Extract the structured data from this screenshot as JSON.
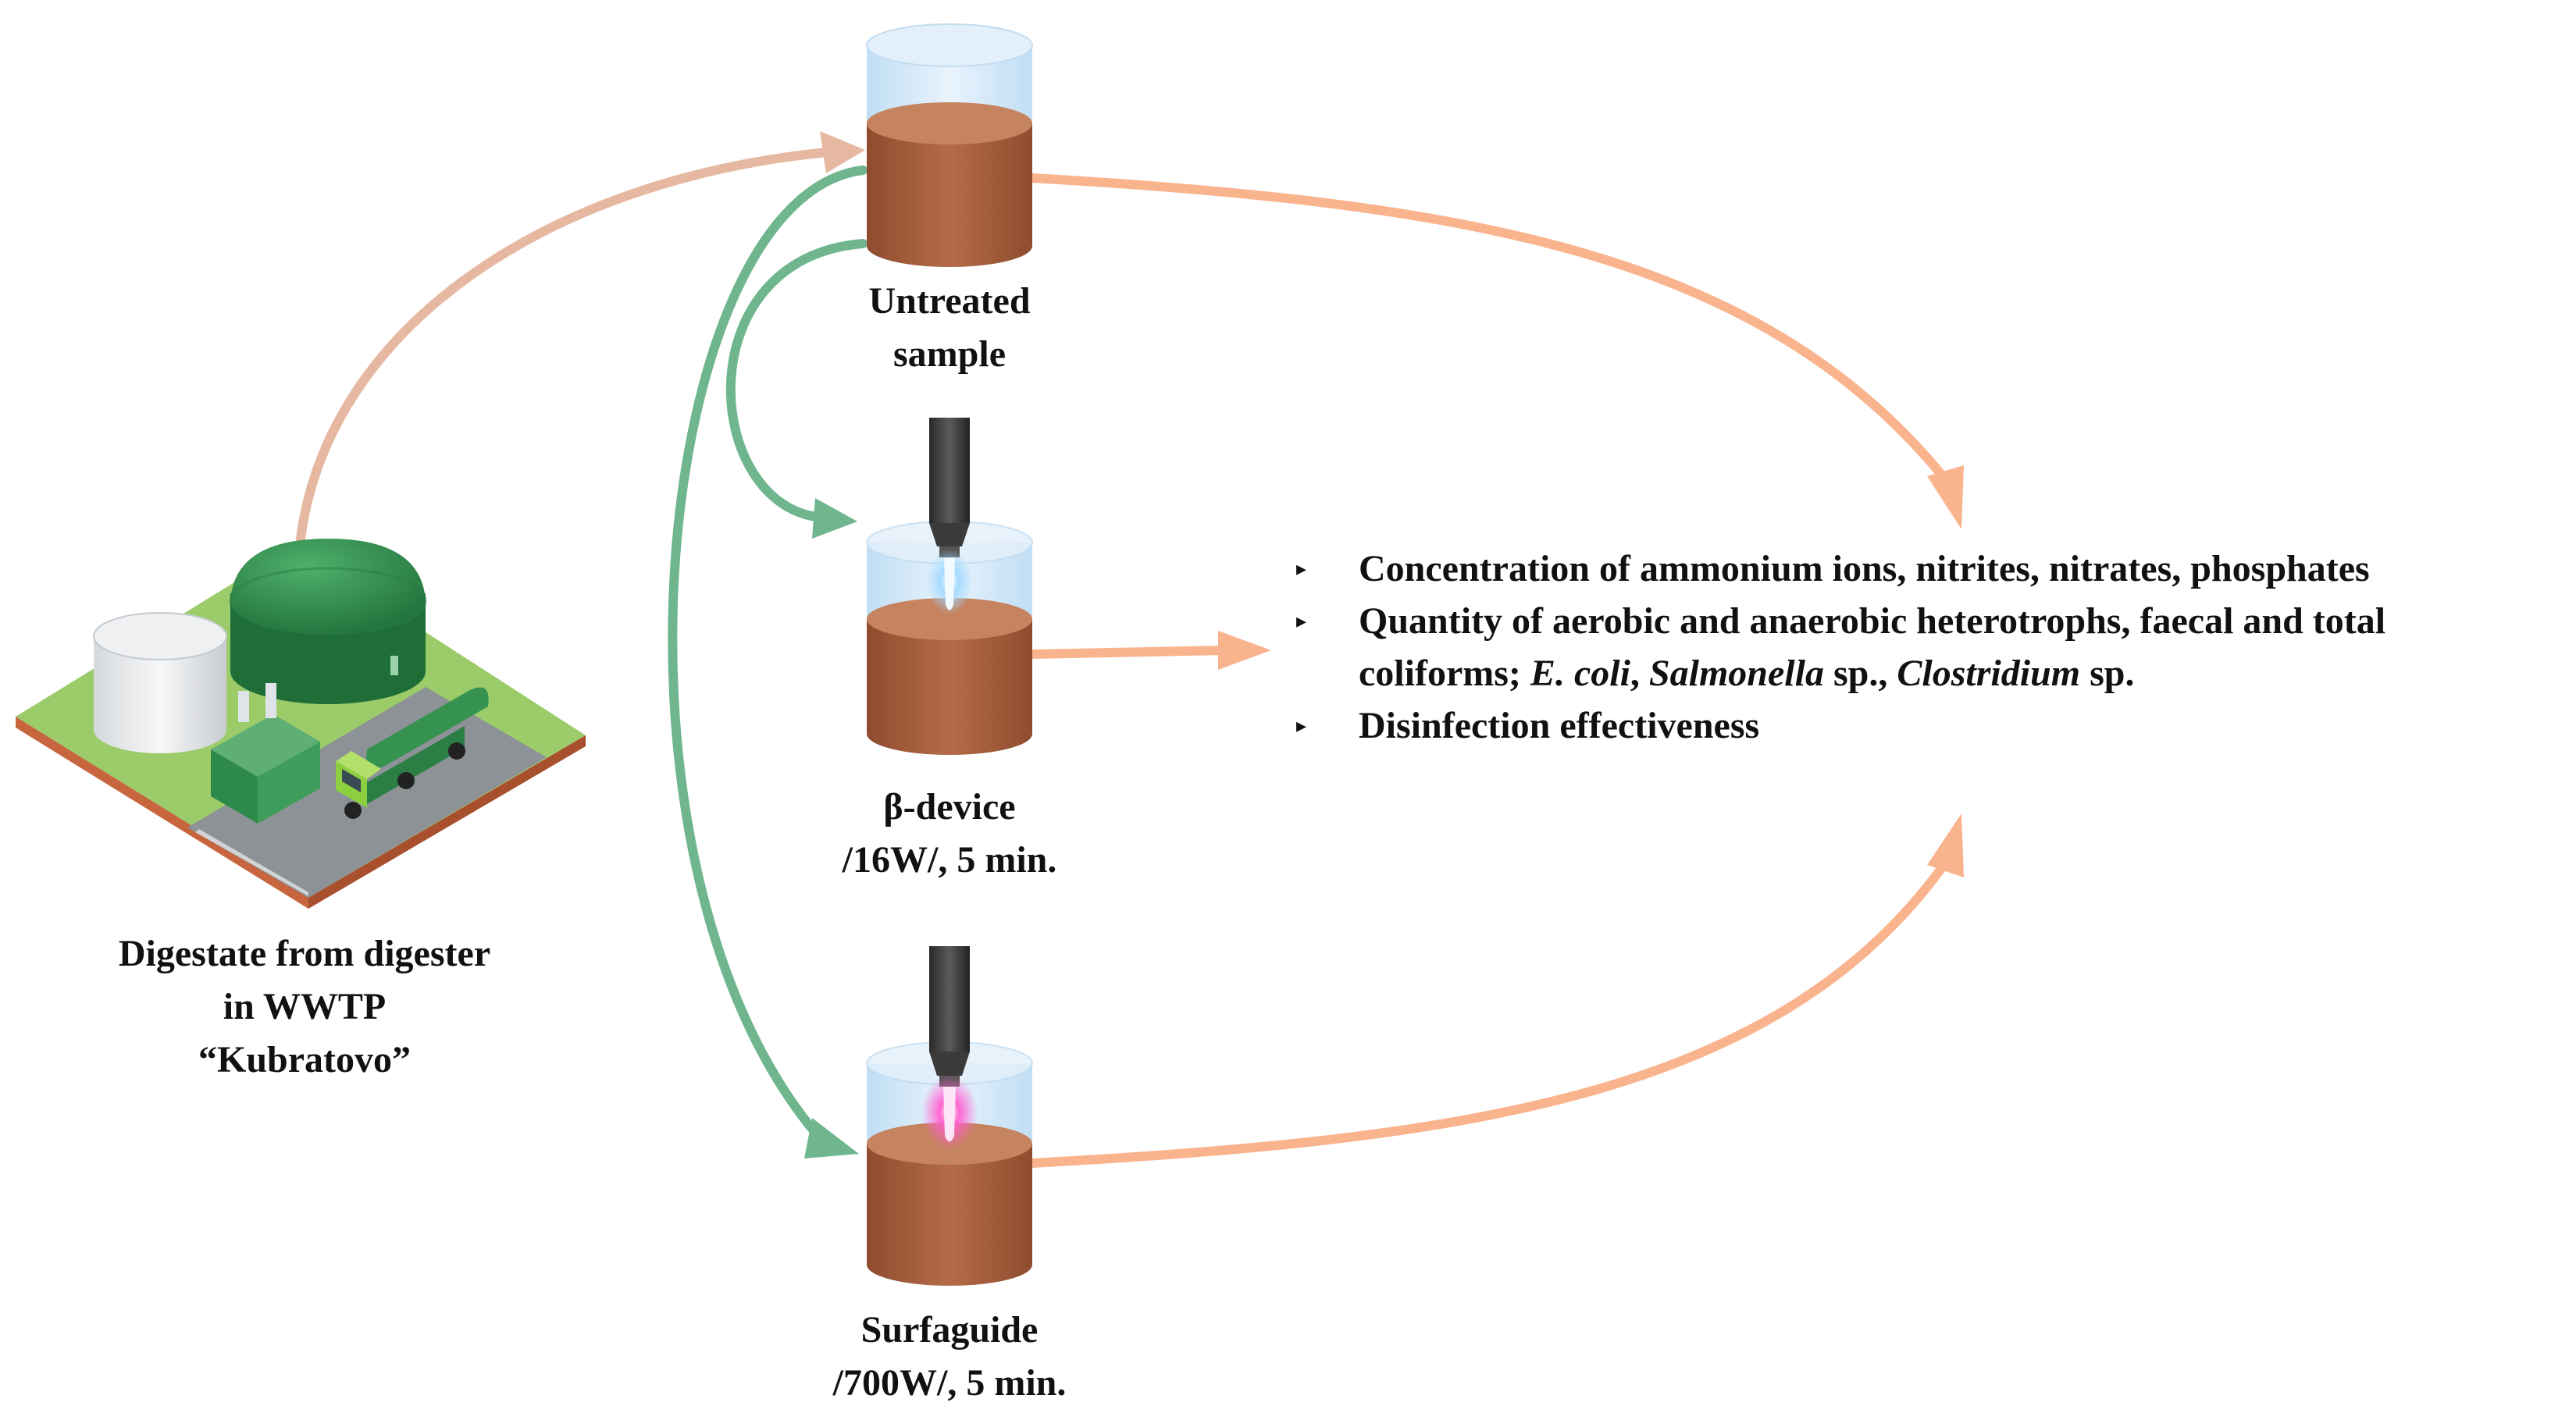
{
  "source": {
    "label_lines": [
      "Digestate from digester",
      "in WWTP",
      "“Kubratovo”"
    ]
  },
  "samples": {
    "untreated": {
      "label_lines": [
        "Untreated",
        "sample"
      ]
    },
    "beta_device": {
      "label_lines": [
        "β-device",
        "/16W/, 5 min."
      ],
      "plasma_color": "#bfe6ff"
    },
    "surfaguide": {
      "label_lines": [
        "Surfaguide",
        "/700W/, 5 min."
      ],
      "plasma_color": "#ff7ad9"
    }
  },
  "analyses": {
    "bullet_marker": "▸",
    "items": [
      {
        "lines": [
          [
            {
              "text": "Concentration of ammonium ions, nitrites, nitrates, phosphates"
            }
          ]
        ]
      },
      {
        "lines": [
          [
            {
              "text": "Quantity of aerobic and anaerobic heterotrophs, faecal and total"
            }
          ],
          [
            {
              "text": "coliforms; "
            },
            {
              "text": "E. coli",
              "italic": true
            },
            {
              "text": ", "
            },
            {
              "text": "Salmonella",
              "italic": true
            },
            {
              "text": " sp., "
            },
            {
              "text": "Clostridium",
              "italic": true
            },
            {
              "text": " sp."
            }
          ]
        ]
      },
      {
        "lines": [
          [
            {
              "text": "Disinfection effectiveness"
            }
          ]
        ]
      }
    ]
  },
  "colors": {
    "arrow_source": "#e6b8a2",
    "arrow_treatment": "#6fb68f",
    "arrow_analysis": "#f9b48e",
    "digestate": "#a8603e",
    "water": "#cfe6f8",
    "digester_dome": "#2f8a4c",
    "ground": "#9ccc6a"
  }
}
